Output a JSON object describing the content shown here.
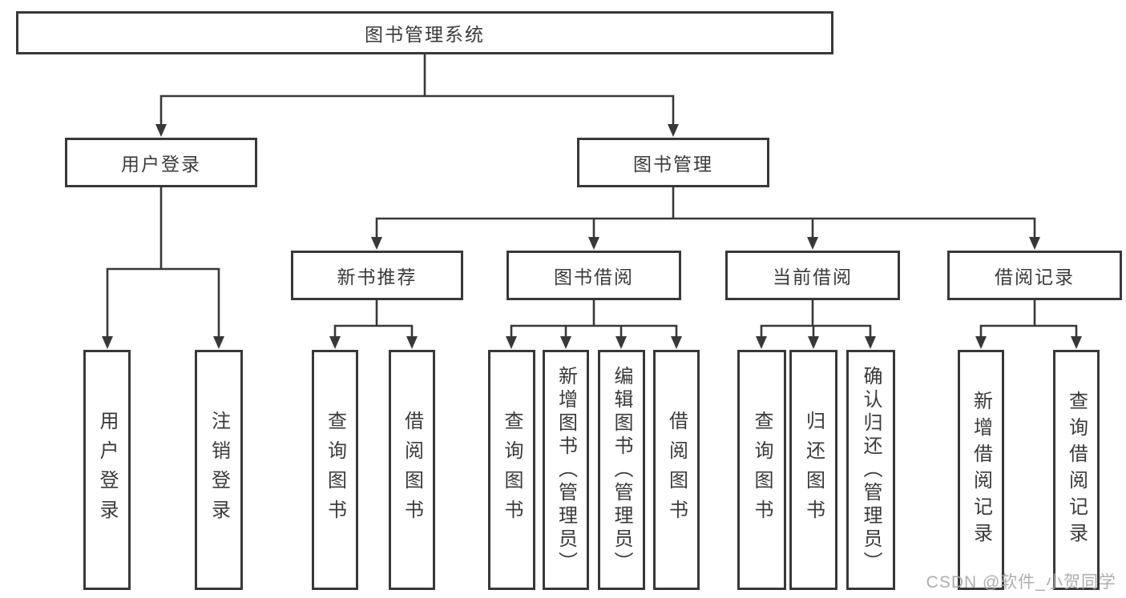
{
  "page": {
    "background": "#ffffff",
    "watermark": "CSDN @软件_小贺同学",
    "watermark_color": "#a8a8a8"
  },
  "diagram": {
    "title": "图书管理系统",
    "line_color": "#383838",
    "text_color": "#3a3a3a",
    "box_fill": "#ffffff",
    "nodes": [
      {
        "id": "root",
        "label": "图书管理系统",
        "level": 1,
        "text_direction": "horizontal"
      },
      {
        "id": "user-login",
        "label": "用户登录",
        "level": 2,
        "text_direction": "horizontal"
      },
      {
        "id": "book-management",
        "label": "图书管理",
        "level": 2,
        "text_direction": "horizontal"
      },
      {
        "id": "new-book",
        "label": "新书推荐",
        "level": 3,
        "text_direction": "horizontal"
      },
      {
        "id": "book-borrow",
        "label": "图书借阅",
        "level": 3,
        "text_direction": "horizontal"
      },
      {
        "id": "current-borrow",
        "label": "当前借阅",
        "level": 3,
        "text_direction": "horizontal"
      },
      {
        "id": "borrow-record",
        "label": "借阅记录",
        "level": 3,
        "text_direction": "horizontal"
      },
      {
        "id": "login-user",
        "label": "用户登录",
        "level": 4,
        "text_direction": "vertical"
      },
      {
        "id": "login-logout",
        "label": "注销登录",
        "level": 4,
        "text_direction": "vertical"
      },
      {
        "id": "nb-query",
        "label": "查询图书",
        "level": 4,
        "text_direction": "vertical"
      },
      {
        "id": "nb-borrow",
        "label": "借阅图书",
        "level": 4,
        "text_direction": "vertical"
      },
      {
        "id": "bw-query",
        "label": "查询图书",
        "level": 4,
        "text_direction": "vertical"
      },
      {
        "id": "bw-add",
        "label": "新增图书（管理员）",
        "level": 4,
        "text_direction": "vertical"
      },
      {
        "id": "bw-edit",
        "label": "编辑图书（管理员）",
        "level": 4,
        "text_direction": "vertical"
      },
      {
        "id": "bw-borrow",
        "label": "借阅图书",
        "level": 4,
        "text_direction": "vertical"
      },
      {
        "id": "cu-query",
        "label": "查询图书",
        "level": 4,
        "text_direction": "vertical"
      },
      {
        "id": "cu-return",
        "label": "归还图书",
        "level": 4,
        "text_direction": "vertical"
      },
      {
        "id": "cu-confirm",
        "label": "确认归还（管理员）",
        "level": 4,
        "text_direction": "vertical"
      },
      {
        "id": "re-add",
        "label": "新增借阅记录",
        "level": 4,
        "text_direction": "vertical"
      },
      {
        "id": "re-query",
        "label": "查询借阅记录",
        "level": 4,
        "text_direction": "vertical"
      }
    ],
    "tree": [
      {
        "parent": "root",
        "children": [
          "user-login",
          "book-management"
        ]
      },
      {
        "parent": "user-login",
        "children": [
          "login-user",
          "login-logout"
        ]
      },
      {
        "parent": "book-management",
        "children": [
          "new-book",
          "book-borrow",
          "current-borrow",
          "borrow-record"
        ]
      },
      {
        "parent": "new-book",
        "children": [
          "nb-query",
          "nb-borrow"
        ]
      },
      {
        "parent": "book-borrow",
        "children": [
          "bw-query",
          "bw-add",
          "bw-edit",
          "bw-borrow"
        ]
      },
      {
        "parent": "current-borrow",
        "children": [
          "cu-query",
          "cu-return",
          "cu-confirm"
        ]
      },
      {
        "parent": "borrow-record",
        "children": [
          "re-add",
          "re-query"
        ]
      }
    ]
  }
}
